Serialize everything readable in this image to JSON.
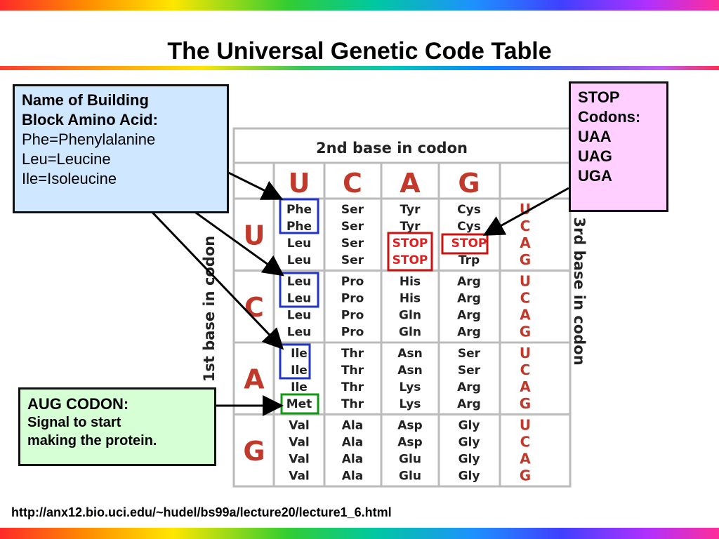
{
  "title": "The Universal Genetic Code Table",
  "source_url": "http://anx12.bio.uci.edu/~hudel/bs99a/lecture20/lecture1_6.html",
  "name_box": {
    "heading1": "Name of Building",
    "heading2": "Block Amino Acid:",
    "line1": "Phe=Phenylalanine",
    "line2": "Leu=Leucine",
    "line3": "Ile=Isoleucine"
  },
  "stop_box": {
    "line1": "STOP",
    "line2": "Codons:",
    "line3": "UAA",
    "line4": "UAG",
    "line5": "UGA"
  },
  "aug_box": {
    "heading": "AUG CODON:",
    "line1": "Signal to start",
    "line2": "making the protein."
  },
  "table": {
    "second_base_label": "2nd base in codon",
    "first_base_label": "1st base in codon",
    "third_base_label": "3rd base in codon",
    "second_base": [
      "U",
      "C",
      "A",
      "G"
    ],
    "first_base": [
      "U",
      "C",
      "A",
      "G"
    ],
    "third_base": [
      "U",
      "C",
      "A",
      "G"
    ],
    "rows": [
      [
        [
          "Phe",
          "Phe",
          "Leu",
          "Leu"
        ],
        [
          "Ser",
          "Ser",
          "Ser",
          "Ser"
        ],
        [
          "Tyr",
          "Tyr",
          "STOP",
          "STOP"
        ],
        [
          "Cys",
          "Cys",
          "STOP",
          "Trp"
        ]
      ],
      [
        [
          "Leu",
          "Leu",
          "Leu",
          "Leu"
        ],
        [
          "Pro",
          "Pro",
          "Pro",
          "Pro"
        ],
        [
          "His",
          "His",
          "Gln",
          "Gln"
        ],
        [
          "Arg",
          "Arg",
          "Arg",
          "Arg"
        ]
      ],
      [
        [
          "Ile",
          "Ile",
          "Ile",
          "Met"
        ],
        [
          "Thr",
          "Thr",
          "Thr",
          "Thr"
        ],
        [
          "Asn",
          "Asn",
          "Lys",
          "Lys"
        ],
        [
          "Ser",
          "Ser",
          "Arg",
          "Arg"
        ]
      ],
      [
        [
          "Val",
          "Val",
          "Val",
          "Val"
        ],
        [
          "Ala",
          "Ala",
          "Ala",
          "Ala"
        ],
        [
          "Asp",
          "Asp",
          "Glu",
          "Glu"
        ],
        [
          "Gly",
          "Gly",
          "Gly",
          "Gly"
        ]
      ]
    ]
  },
  "colors": {
    "base_letter": "#c0392b",
    "stop_text": "#e02020",
    "highlight_blue": "#2233cc",
    "highlight_red": "#cc1111",
    "highlight_green": "#119911"
  }
}
